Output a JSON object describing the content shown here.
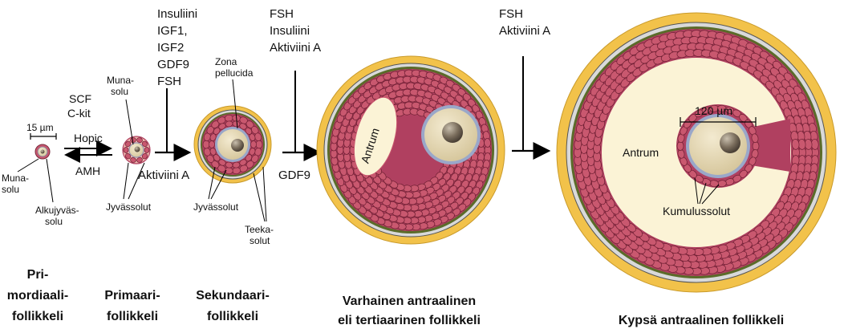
{
  "primordial": {
    "scale": "15 µm",
    "scf": [
      "SCF",
      "C-kit"
    ],
    "hopic": "Hopic",
    "amh": "AMH",
    "oocyte": [
      "Muna-",
      "solu"
    ],
    "germ_cell": [
      "Alkujyväs-",
      "solu"
    ],
    "stage": [
      "Pri-",
      "mordiaali-",
      "follikkeli"
    ]
  },
  "primary": {
    "oocyte": [
      "Muna-",
      "solu"
    ],
    "granulosa": "Jyvässolut",
    "stage": [
      "Primaari-",
      "follikkeli"
    ]
  },
  "arrow1": {
    "factors": [
      "Insuliini",
      "IGF1,",
      "IGF2",
      "GDF9",
      "FSH"
    ],
    "below": "Aktiviini A"
  },
  "secondary": {
    "zona": [
      "Zona",
      "pellucida"
    ],
    "granulosa": "Jyvässolut",
    "theca": [
      "Teeka-",
      "solut"
    ],
    "stage": [
      "Sekundaari-",
      "follikkeli"
    ]
  },
  "arrow2": {
    "factors": [
      "FSH",
      "Insuliini",
      "Aktiviini A"
    ],
    "below": "GDF9"
  },
  "early_antral": {
    "antrum": "Antrum",
    "stage": [
      "Varhainen antraalinen",
      "eli tertiaarinen follikkeli"
    ]
  },
  "arrow3": {
    "factors": [
      "FSH",
      "Aktiviini A"
    ]
  },
  "mature": {
    "scale": "120 µm",
    "antrum": "Antrum",
    "cumulus": "Kumulussolut",
    "stage": "Kypsä antraalinen follikkeli"
  },
  "colors": {
    "theca_outer": "#f2c24a",
    "theca_inner": "#d9d9d9",
    "basal_green": "#5b6b2a",
    "granulosa": "#b04060",
    "granulosa_cell": "#c9586f",
    "antrum": "#fbf3d6",
    "oocyte": "#e8dcb8",
    "zona": "#9aa7c9",
    "nucleus": "#8a7d6a"
  }
}
